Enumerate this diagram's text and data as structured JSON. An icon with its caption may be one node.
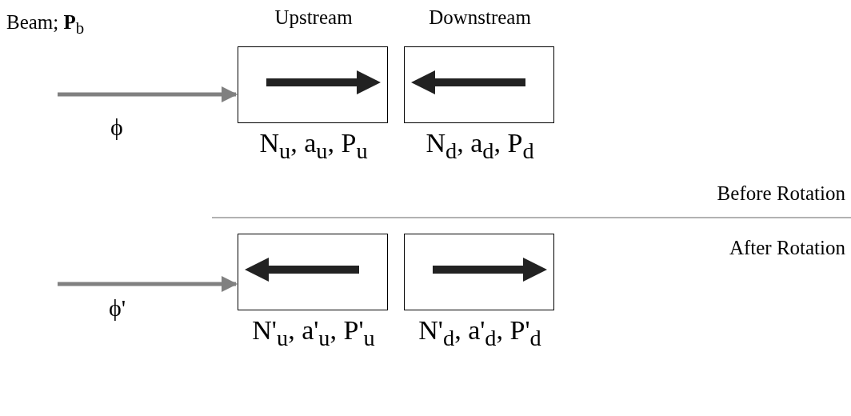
{
  "diagram": {
    "nodes": [
      {
        "text": [
          "Upstream"
        ],
        "beside": [
          "N$_{u}$, a$_{u}$, P$_{u}$"
        ]
      },
      {
        "text": [
          "Downstream"
        ],
        "beside": [
          "N$_{d}$, a$_{d}$, P$_{d}$"
        ]
      },
      {
        "text": [],
        "shape": "box",
        "beside": [
          "N'$_{u}$, a'$_{u}$, P'$_{u}$"
        ]
      },
      {
        "text": [],
        "shape": "box",
        "beside": [
          "N'$_{d}$, a'$_{d}$, P'$_{d}$"
        ]
      }
    ],
    "edges": [
      {
        "from": null,
        "to": 0,
        "arrow": "to",
        "label": "ϕ",
        "color": "#808080"
      },
      {
        "from": null,
        "to": 2,
        "arrow": "to",
        "label": "ϕ'",
        "color": "#808080"
      }
    ],
    "labels": [
      "Beam; **P**$_{b}$",
      "Before Rotation",
      "After Rotation"
    ]
  }
}
